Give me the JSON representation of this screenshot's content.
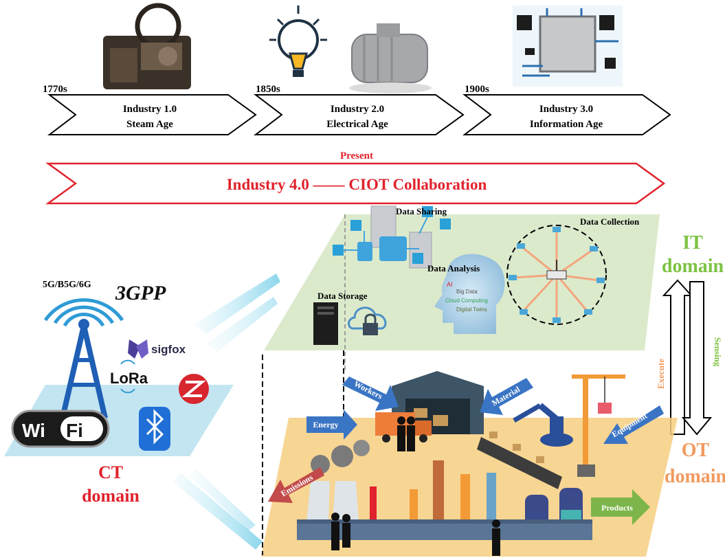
{
  "timeline": [
    {
      "year": "1770s",
      "title": "Industry 1.0",
      "subtitle": "Steam Age"
    },
    {
      "year": "1850s",
      "title": "Industry 2.0",
      "subtitle": "Electrical Age"
    },
    {
      "year": "1900s",
      "title": "Industry 3.0",
      "subtitle": "Information Age"
    }
  ],
  "present": {
    "label": "Present",
    "banner": "Industry 4.0 —— CIOT Collaboration"
  },
  "it_domain": {
    "title_line1": "IT",
    "title_line2": "domain",
    "data_sharing": "Data Sharing",
    "data_collection": "Data Collection",
    "data_analysis": "Data Analysis",
    "data_storage": "Data Storage",
    "brain_terms": [
      "AI",
      "Big Data",
      "Cloud Computing",
      "Digital Twins"
    ]
  },
  "ct_domain": {
    "title_line1": "CT",
    "title_line2": "domain",
    "tech_label": "5G/B5G/6G",
    "gpp_logo": "3GPP",
    "sigfox": "sigfox",
    "lora": "LoRa",
    "wifi_left": "Wi",
    "wifi_right": "Fi"
  },
  "ot_domain": {
    "title_line1": "OT",
    "title_line2": "domain",
    "arrows": {
      "workers": "Workers",
      "material": "Material",
      "energy": "Energy",
      "equipment": "Equipment",
      "emissions": "Emissions",
      "products": "Products"
    }
  },
  "flow": {
    "execute": "Execute",
    "sensing": "Sensing"
  },
  "colors": {
    "red": "#e0222c",
    "it_green": "#7dc242",
    "ot_orange": "#f29a5e",
    "blue_arrow": "#3a74c4"
  }
}
